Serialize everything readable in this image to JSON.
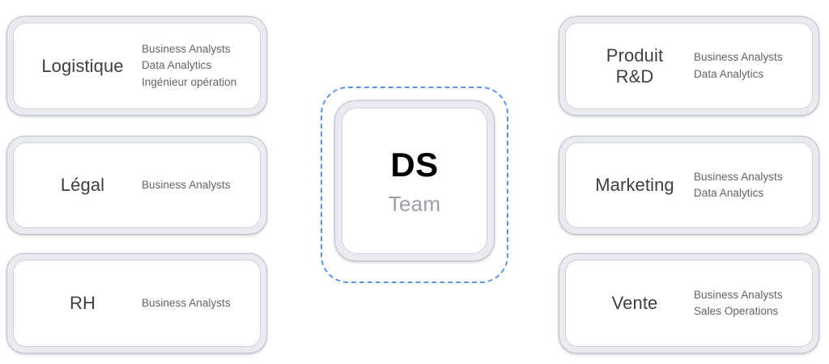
{
  "diagram": {
    "type": "hub-and-spoke-org-chart",
    "background_color": "#ffffff",
    "center": {
      "title": "DS",
      "subtitle": "Team",
      "title_color": "#000000",
      "subtitle_color": "#9aa0a6",
      "highlight_border_color": "#5b94e8",
      "highlight_border_style": "dashed"
    },
    "card_colors": {
      "outer_fill": "#e9ebef",
      "outer_border": "#c3c8d2",
      "inner_fill": "#ffffff",
      "inner_border": "#cfd4dc",
      "name_text": "#3c4043",
      "role_text": "#5f6368"
    },
    "left_column": [
      {
        "name": "Logistique",
        "roles": [
          "Business Analysts",
          "Data Analytics",
          "Ingénieur opération"
        ],
        "roles_text": "Business Analysts\nData Analytics\nIngénieur opération"
      },
      {
        "name": "Légal",
        "roles": [
          "Business Analysts"
        ],
        "roles_text": "Business Analysts"
      },
      {
        "name": "RH",
        "roles": [
          "Business Analysts"
        ],
        "roles_text": "Business Analysts"
      }
    ],
    "right_column": [
      {
        "name": "Produit\nR&D",
        "roles": [
          "Business Analysts",
          "Data Analytics"
        ],
        "roles_text": "Business Analysts\nData Analytics"
      },
      {
        "name": "Marketing",
        "roles": [
          "Business Analysts",
          "Data Analytics"
        ],
        "roles_text": "Business Analysts\nData Analytics"
      },
      {
        "name": "Vente",
        "roles": [
          "Business Analysts",
          "Sales Operations"
        ],
        "roles_text": "Business Analysts\nSales Operations"
      }
    ]
  }
}
